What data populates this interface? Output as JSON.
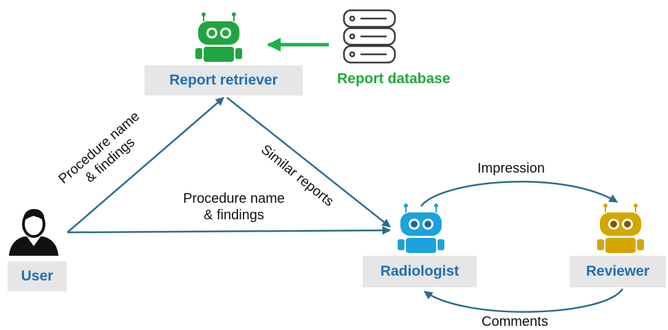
{
  "nodes": {
    "report_retriever": {
      "label": "Report retriever"
    },
    "report_database": {
      "label": "Report database"
    },
    "user": {
      "label": "User"
    },
    "radiologist": {
      "label": "Radiologist"
    },
    "reviewer": {
      "label": "Reviewer"
    }
  },
  "edges": {
    "user_to_retriever": {
      "line1": "Procedure name",
      "line2": "& findings"
    },
    "retriever_to_radiologist": {
      "label": "Similar reports"
    },
    "user_to_radiologist": {
      "line1": "Procedure name",
      "line2": "& findings"
    },
    "radiologist_to_reviewer": {
      "label": "Impression"
    },
    "reviewer_to_radiologist": {
      "label": "Comments"
    }
  },
  "colors": {
    "retriever_robot": "#22a541",
    "radiologist_robot": "#1aa3dc",
    "reviewer_robot": "#d4a600",
    "arrow": "#2a6c8e",
    "db_arrow": "#19b24b",
    "label_text": "#1f6fb6",
    "db_text": "#1faa3a"
  },
  "icons": [
    "robot-icon",
    "database-icon",
    "user-icon"
  ]
}
